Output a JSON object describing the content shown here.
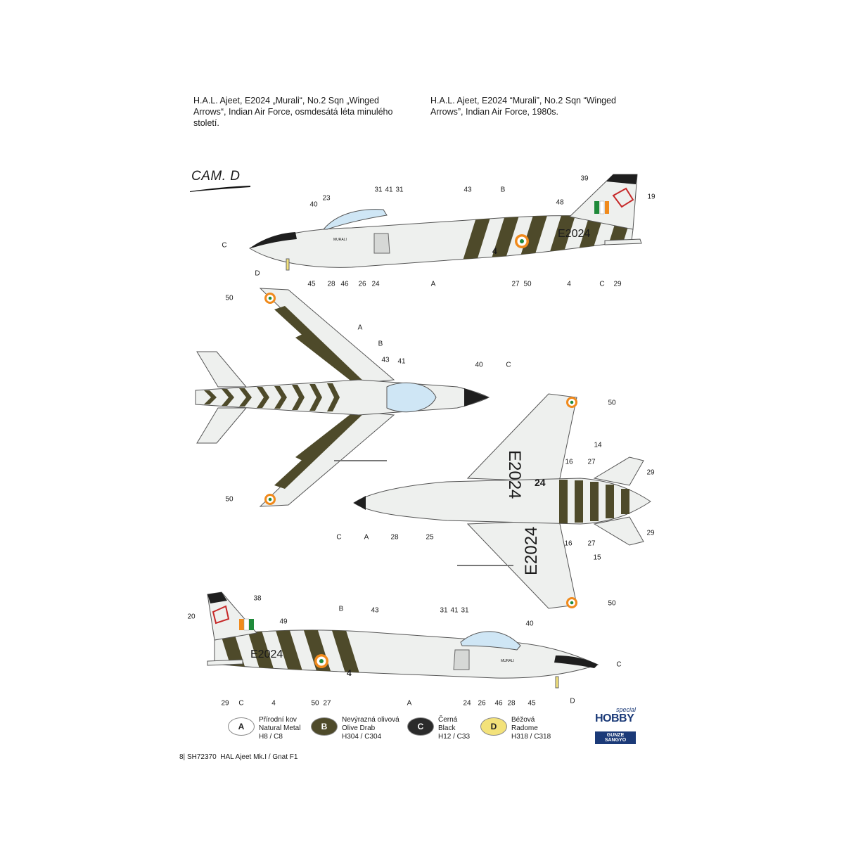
{
  "captions": {
    "czech": "H.A.L. Ajeet, E2024 „Murali“, No.2 Sqn „Winged\nArrows“, Indian Air Force, osmdesátá léta minulého\nstoletí.",
    "english": "H.A.L. Ajeet, E2024 “Murali”, No.2 Sqn “Winged\nArrows”, Indian Air Force, 1980s."
  },
  "camo_label": "CAM. D",
  "aircraft": {
    "serial": "E2024",
    "nose_name": "MURALI",
    "fuselage_number": "4",
    "underside_serial_top": "E2024",
    "underside_serial_bottom": "E2024",
    "underside_number": "24"
  },
  "callouts": {
    "side_top": [
      "40",
      "23",
      "31",
      "41",
      "31",
      "43",
      "B",
      "39",
      "48",
      "19",
      "C",
      "D",
      "45",
      "28",
      "46",
      "26",
      "24",
      "A",
      "27",
      "50",
      "4",
      "C",
      "29"
    ],
    "plan_top": [
      "50",
      "A",
      "B",
      "43",
      "41",
      "40",
      "C",
      "50"
    ],
    "plan_bottom": [
      "50",
      "14",
      "16",
      "27",
      "29",
      "29",
      "16",
      "27",
      "15",
      "50",
      "C",
      "A",
      "28",
      "25"
    ],
    "side_bottom": [
      "38",
      "20",
      "49",
      "B",
      "43",
      "31",
      "41",
      "31",
      "40",
      "C",
      "29",
      "C",
      "4",
      "50",
      "27",
      "A",
      "24",
      "26",
      "46",
      "28",
      "45",
      "D"
    ]
  },
  "legend": [
    {
      "code": "A",
      "cz": "Přírodní kov",
      "en": "Natural Metal",
      "ref": "H8 / C8",
      "color": "#ffffff",
      "text_color": "#222222"
    },
    {
      "code": "B",
      "cz": "Nevýrazná olivová",
      "en": "Olive Drab",
      "ref": "H304 / C304",
      "color": "#4e4a2a",
      "text_color": "#ffffff"
    },
    {
      "code": "C",
      "cz": "Černá",
      "en": "Black",
      "ref": "H12 / C33",
      "color": "#2b2b2b",
      "text_color": "#ffffff"
    },
    {
      "code": "D",
      "cz": "Béžová",
      "en": "Radome",
      "ref": "H318 / C318",
      "color": "#f3e27a",
      "text_color": "#222222"
    }
  ],
  "footer": {
    "page": "8|",
    "kit": "SH72370",
    "title": "HAL Ajeet Mk.I / Gnat F1"
  },
  "logos": {
    "brand_top": "special",
    "brand_main": "HOBBY",
    "partner": "GUNZE SANGYO"
  },
  "colors": {
    "olive": "#4e4a2a",
    "metal": "#eef0ee",
    "black": "#1e1e1e",
    "canopy": "#cfe6f5",
    "saffron": "#f08a1c",
    "green": "#1f8a3a"
  }
}
